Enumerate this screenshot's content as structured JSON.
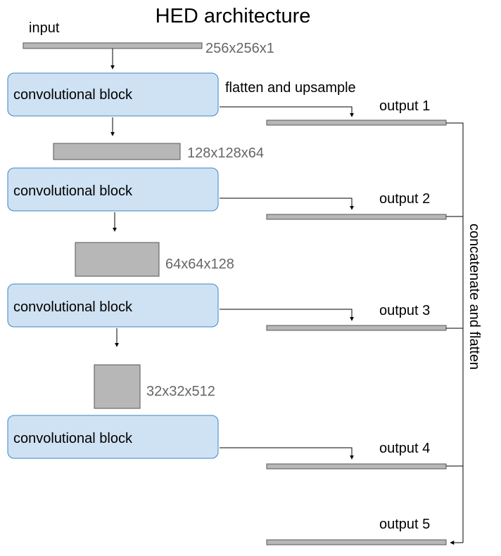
{
  "title": "HED architecture",
  "input_label": "input",
  "flatten_label": "flatten and upsample",
  "concat_label": "concatenate and flatten",
  "block_label": "convolutional block",
  "shapes": {
    "input": "256x256x1",
    "s1": "128x128x64",
    "s2": "64x64x128",
    "s3": "32x32x512"
  },
  "outputs": [
    "output 1",
    "output 2",
    "output 3",
    "output 4",
    "output 5"
  ],
  "colors": {
    "block_fill": "#cfe2f3",
    "block_stroke": "#3d85c6",
    "tensor_fill": "#b7b7b7",
    "tensor_stroke": "#555555"
  }
}
